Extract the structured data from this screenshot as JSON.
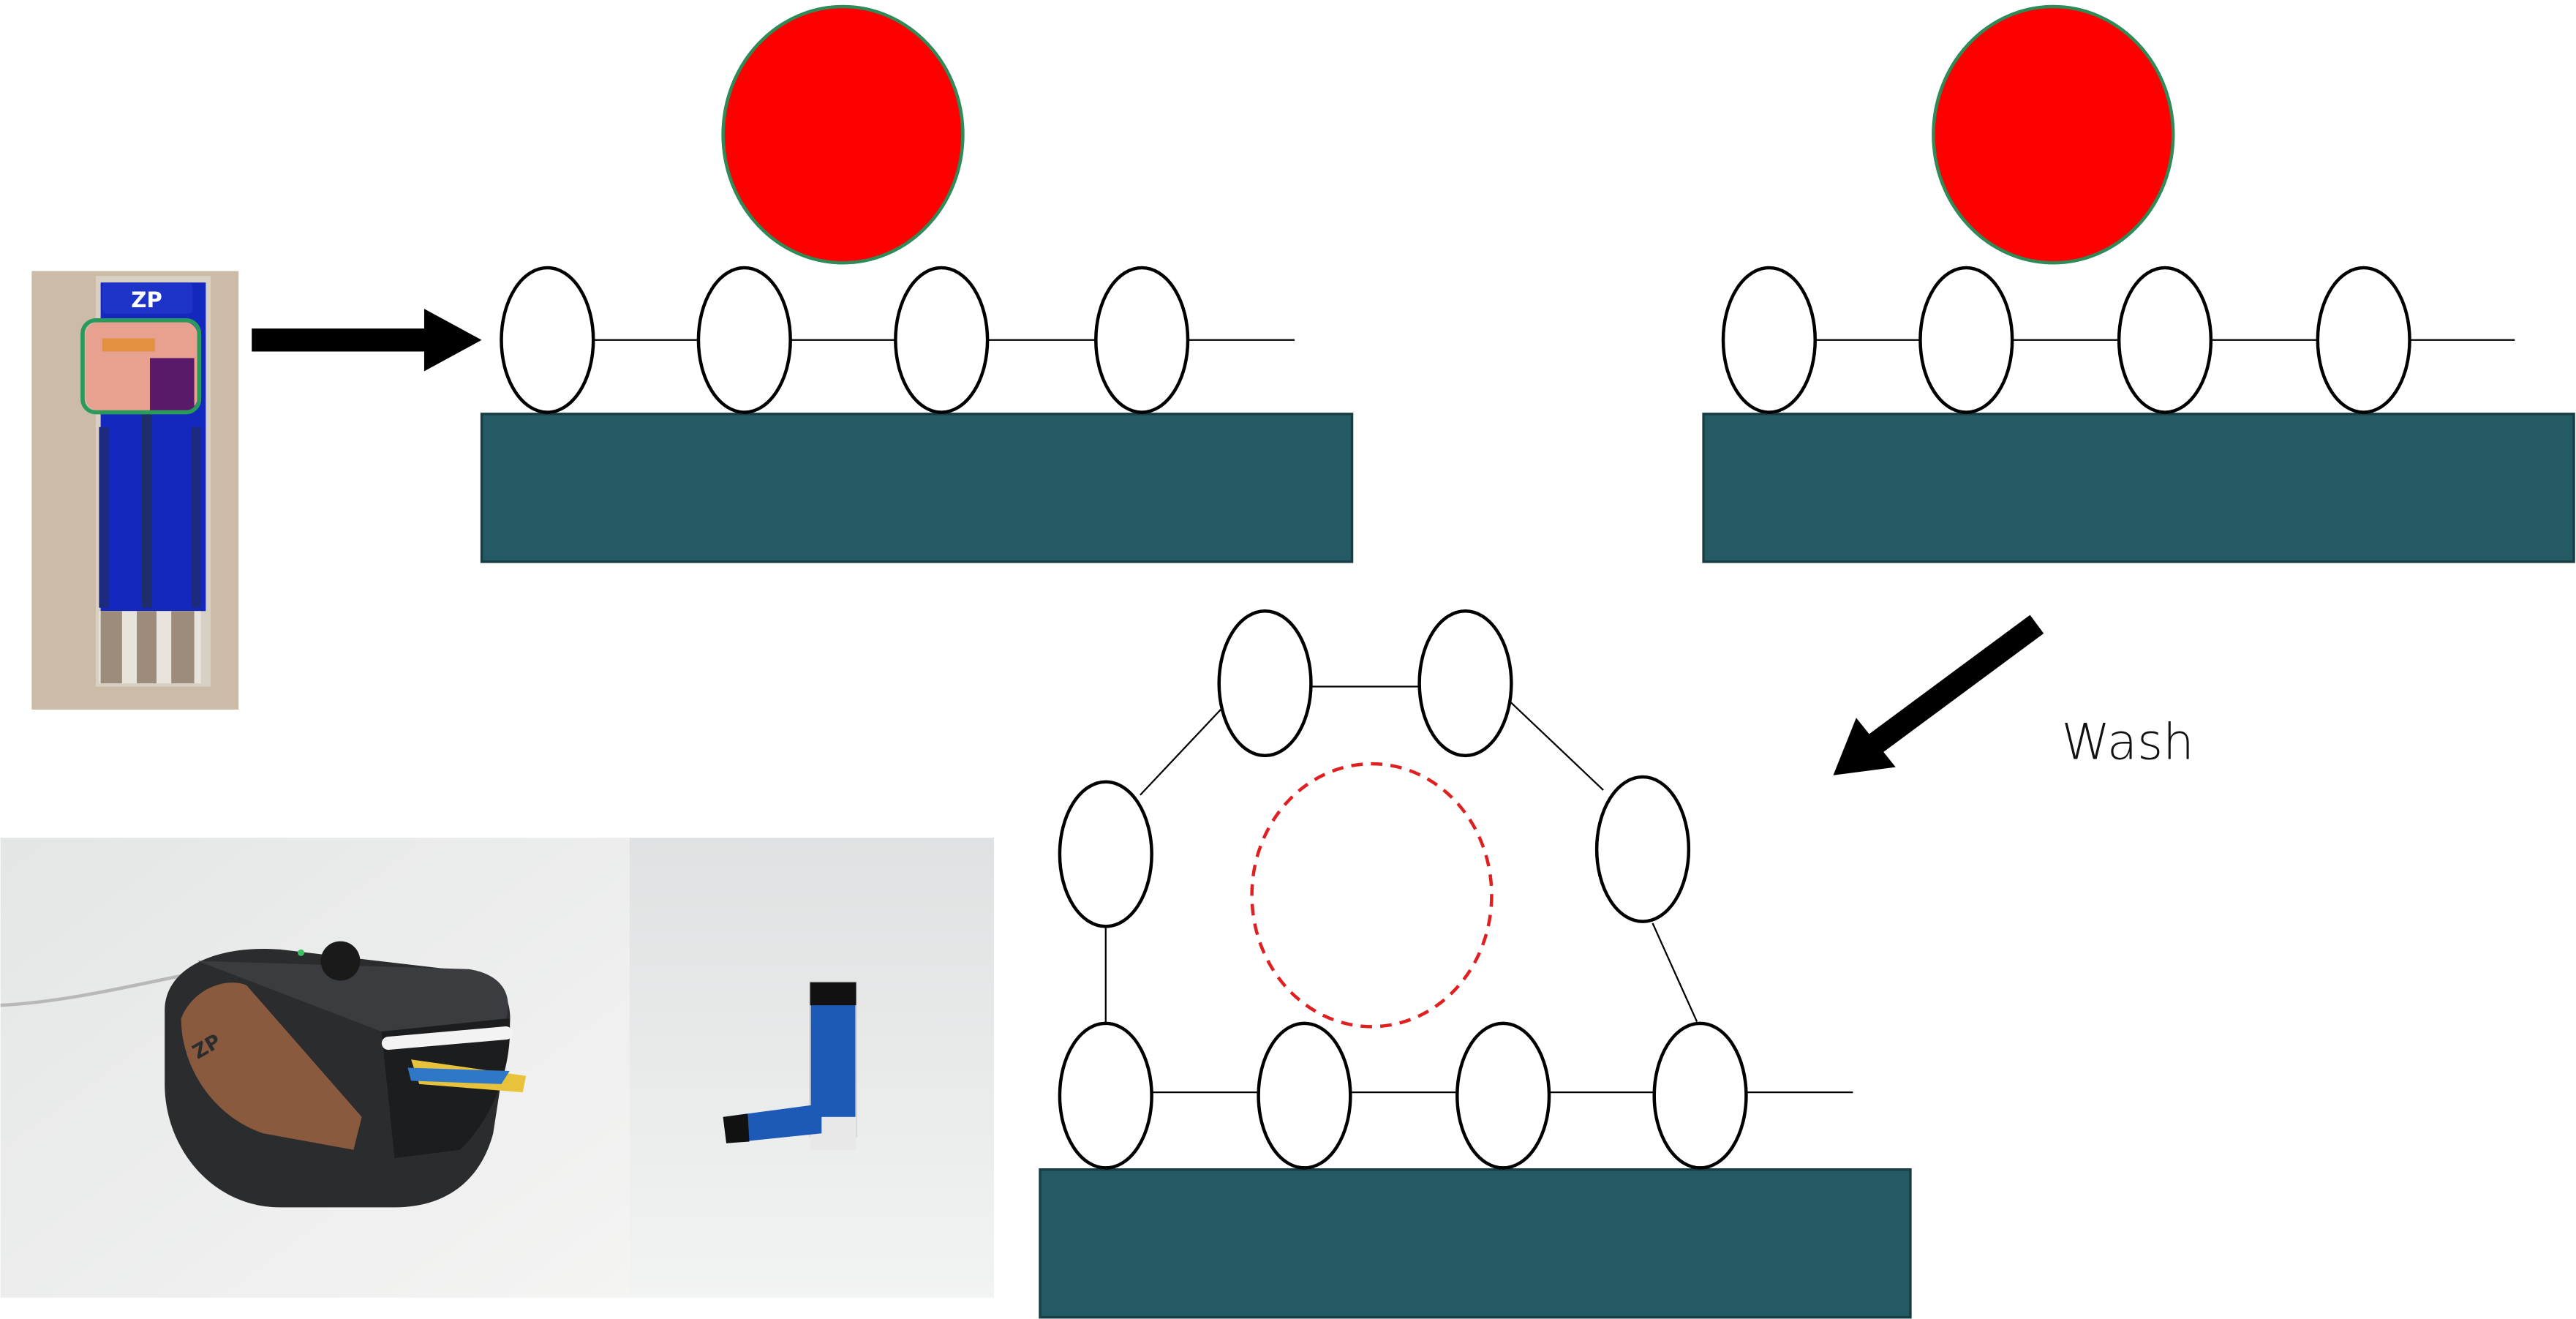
{
  "labels": {
    "wash": "Wash",
    "sensor_logo": "ZP"
  },
  "colors": {
    "substrate": "#235a64",
    "target": "#ff0000",
    "target_outline": "#2e8b57",
    "removed_target": "#e02020",
    "strip_blue": "#1428c0",
    "working_electrode": "#e8a090",
    "highlight": "#2a9a5a"
  },
  "panels": [
    {
      "state": "bound",
      "target_present": true
    },
    {
      "state": "bound",
      "target_present": true
    },
    {
      "state": "after-wash",
      "target_present": false
    }
  ]
}
